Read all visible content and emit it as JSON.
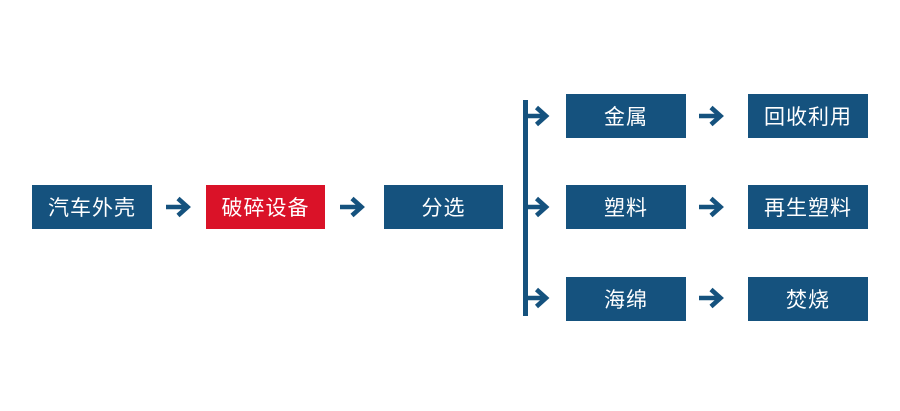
{
  "diagram": {
    "type": "flowchart",
    "colors": {
      "node_blue": "#15527E",
      "node_red": "#DA1228",
      "arrow": "#15527E",
      "connector_line": "#15527E",
      "text": "#FFFFFF",
      "background": "#FFFFFF"
    },
    "nodes": {
      "car_shell": "汽车外壳",
      "crusher": "破碎设备",
      "sorting": "分选",
      "metal": "金属",
      "recycle_use": "回收利用",
      "plastic": "塑料",
      "recycled_plastic": "再生塑料",
      "sponge": "海绵",
      "incineration": "焚烧"
    },
    "flow": [
      "汽车外壳 → 破碎设备 → 分选",
      "分选 → 金属 → 回收利用",
      "分选 → 塑料 → 再生塑料",
      "分选 → 海绵 → 焚烧"
    ]
  }
}
